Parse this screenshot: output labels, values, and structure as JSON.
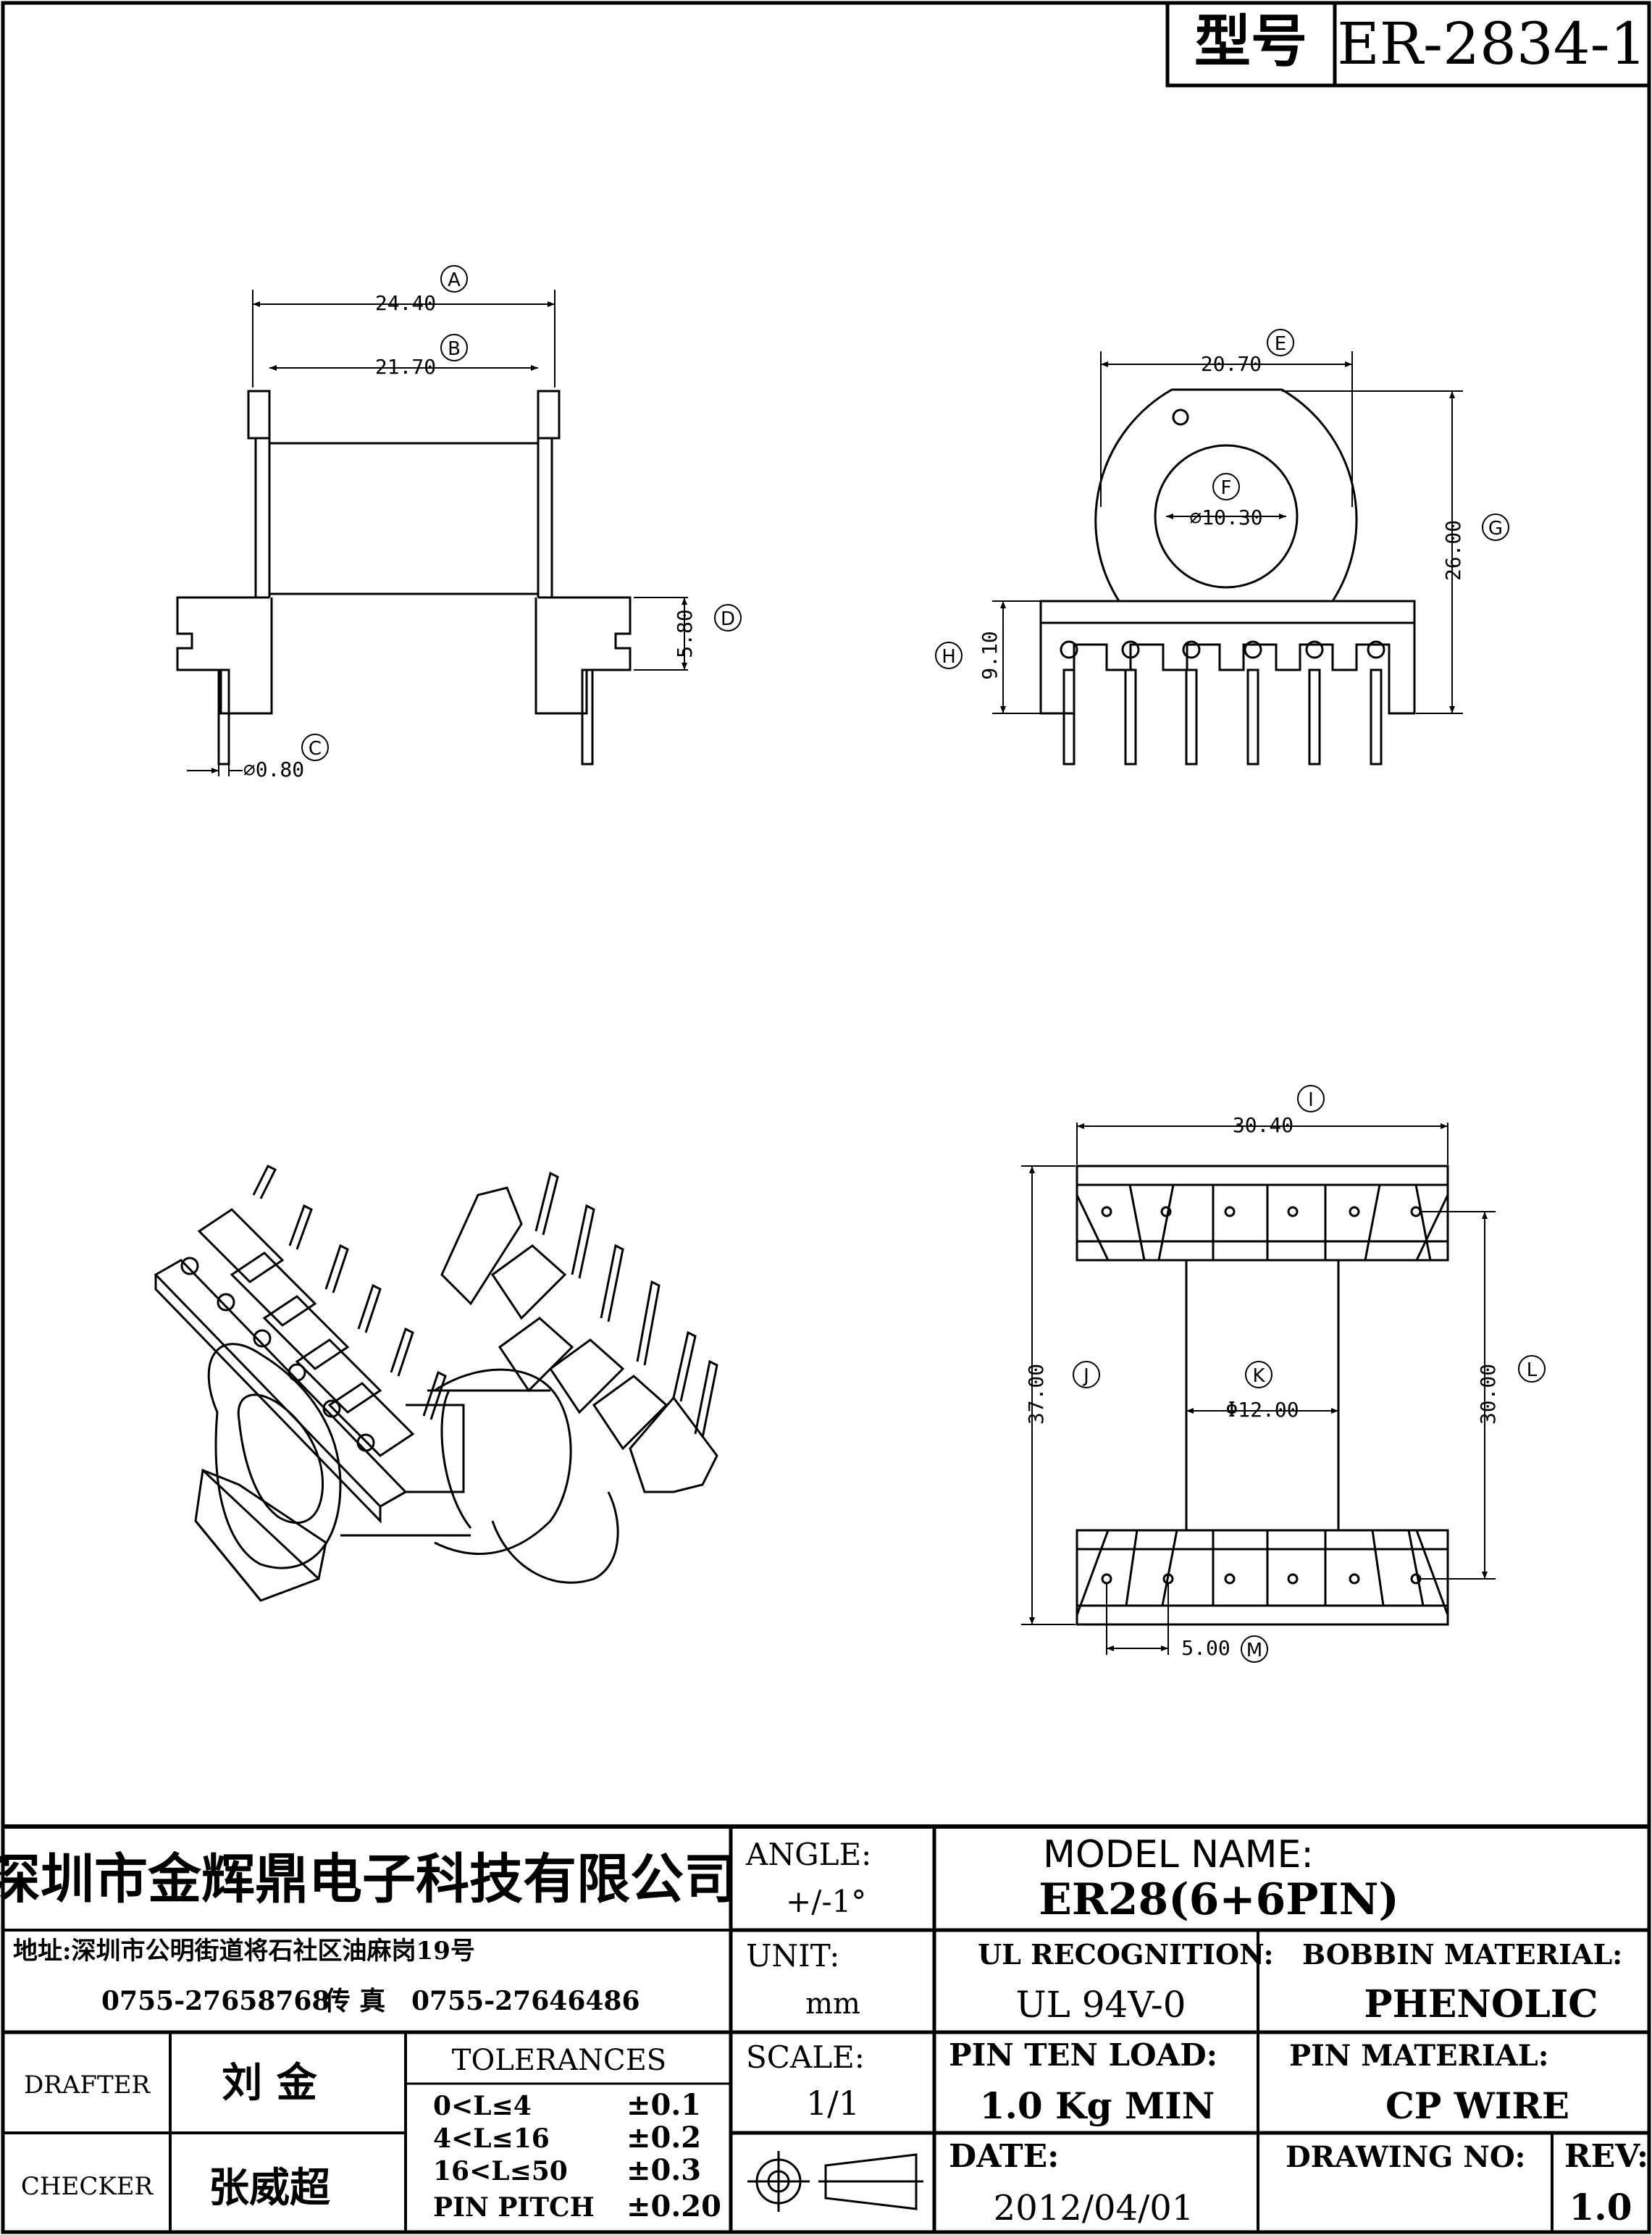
{
  "header": {
    "model_label": "型号",
    "model_number": "ER-2834-1"
  },
  "dims": {
    "A": "24.40",
    "B": "21.70",
    "C": "⌀0.80",
    "D": "5.80",
    "E": "20.70",
    "F": "⌀10.30",
    "G": "26.00",
    "H": "9.10",
    "I": "30.40",
    "J": "37.00",
    "K": "Φ12.00",
    "L": "30.00",
    "M": "5.00"
  },
  "markers": {
    "A": "A",
    "B": "B",
    "C": "C",
    "D": "D",
    "E": "E",
    "F": "F",
    "G": "G",
    "H": "H",
    "I": "I",
    "J": "J",
    "K": "K",
    "L": "L",
    "M": "M"
  },
  "title_block": {
    "company": "深圳市金辉鼎电子科技有限公司",
    "address": "地址:深圳市公明街道将石社区油麻岗19号",
    "phone": "0755-27658768",
    "fax_label": "传 真",
    "fax": "0755-27646486",
    "angle_label": "ANGLE:",
    "angle_value": "+/-1°",
    "model_name_label": "MODEL NAME:",
    "model_name": "ER28(6+6PIN)",
    "unit_label": "UNIT:",
    "unit_value": "mm",
    "ul_label": "UL RECOGNITION:",
    "ul_value": "UL 94V-0",
    "bobbin_label": "BOBBIN MATERIAL:",
    "bobbin_value": "PHENOLIC",
    "drafter_label": "DRAFTER",
    "drafter_name": "刘 金",
    "checker_label": "CHECKER",
    "checker_name": "张威超",
    "tolerances_label": "TOLERANCES",
    "tolerances": [
      {
        "range": "0<L≤4",
        "value": "±0.1"
      },
      {
        "range": "4<L≤16",
        "value": "±0.2"
      },
      {
        "range": "16<L≤50",
        "value": "±0.3"
      },
      {
        "range": "PIN PITCH",
        "value": "±0.20"
      }
    ],
    "scale_label": "SCALE:",
    "scale_value": "1/1",
    "pin_load_label": "PIN TEN LOAD:",
    "pin_load_value": "1.0 Kg MIN",
    "pin_material_label": "PIN MATERIAL:",
    "pin_material_value": "CP WIRE",
    "date_label": "DATE:",
    "date_value": "2012/04/01",
    "drawing_no_label": "DRAWING NO:",
    "rev_label": "REV:",
    "rev_value": "1.0"
  }
}
